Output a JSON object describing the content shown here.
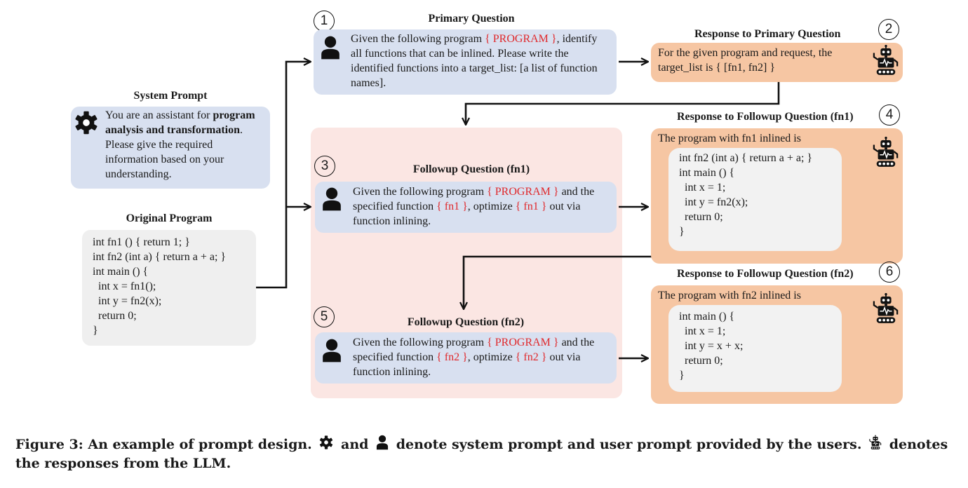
{
  "system_prompt": {
    "title": "System Prompt",
    "text_1": "You are an assistant for ",
    "text_bold": "program analysis and transformation",
    "text_2": ". Please give the required information based on your understanding."
  },
  "original_program": {
    "title": "Original Program",
    "code": "int fn1 () { return 1; }\nint fn2 (int a) { return a + a; }\nint main () {\n  int x = fn1();\n  int y = fn2(x);\n  return 0;\n}"
  },
  "primary_question": {
    "number": "1",
    "title": "Primary Question",
    "text_1": "Given the following program ",
    "placeholder": "{ PROGRAM }",
    "text_2": ", identify all functions that can be inlined. Please write the identified functions into a target_list: [a list of function names]."
  },
  "primary_response": {
    "number": "2",
    "title": "Response to Primary Question",
    "text": "For the given program and request, the target_list is { [fn1, fn2] }"
  },
  "followup_fn1": {
    "number": "3",
    "title": "Followup Question (fn1)",
    "text_1": "Given the following program ",
    "placeholder_program": "{ PROGRAM }",
    "text_2": " and the specified function ",
    "placeholder_fn": "{ fn1 }",
    "text_3": ", optimize ",
    "placeholder_fn_2": "{ fn1 }",
    "text_4": " out via function inlining."
  },
  "response_fn1": {
    "number": "4",
    "title": "Response to Followup Question (fn1)",
    "intro": "The program with fn1 inlined is",
    "code": "int fn2 (int a) { return a + a; }\nint main () {\n  int x = 1;\n  int y = fn2(x);\n  return 0;\n}"
  },
  "followup_fn2": {
    "number": "5",
    "title": "Followup Question (fn2)",
    "text_1": "Given the following program ",
    "placeholder_program": "{ PROGRAM }",
    "text_2": " and the specified function ",
    "placeholder_fn": "{ fn2 }",
    "text_3": ", optimize ",
    "placeholder_fn_2": "{ fn2 }",
    "text_4": " out via function inlining."
  },
  "response_fn2": {
    "number": "6",
    "title": "Response to Followup Question (fn2)",
    "intro": "The program with fn2 inlined is",
    "code": "int main () {\n  int x = 1;\n  int y = x + x;\n  return 0;\n}"
  },
  "caption": {
    "part_1": "Figure 3: An example of prompt design.",
    "part_2": "and",
    "part_3": "denote system prompt and user prompt provided by the users.",
    "part_4": "denotes the responses from the LLM."
  },
  "colors": {
    "user_box": "#d8e0f0",
    "program_box": "#efefef",
    "response_box": "#f6c6a3",
    "followup_area": "#fbe6e3",
    "placeholder_text": "#e0282b"
  },
  "icons": {
    "system": "gear-icon",
    "user": "person-icon",
    "llm": "robot-icon"
  }
}
